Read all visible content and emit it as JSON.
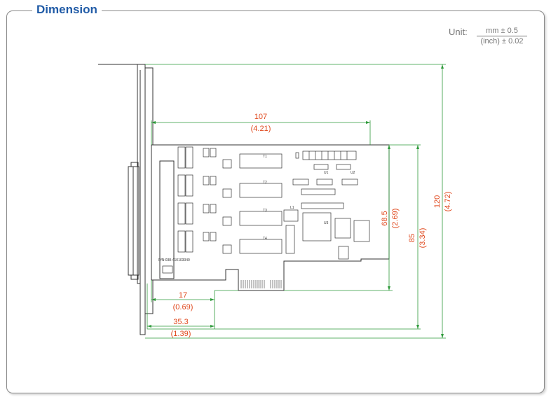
{
  "section_title": "Dimension",
  "unit": {
    "label": "Unit:",
    "primary": "mm ± 0.5",
    "secondary": "(inch) ± 0.02"
  },
  "dimensions": {
    "width_107": {
      "mm": "107",
      "inch": "(4.21)"
    },
    "height_120": {
      "mm": "120",
      "inch": "(4.72)"
    },
    "height_85": {
      "mm": "85",
      "inch": "(3.34)"
    },
    "height_68_5": {
      "mm": "68.5",
      "inch": "(2.69)"
    },
    "offset_17": {
      "mm": "17",
      "inch": "(0.69)"
    },
    "offset_35_3": {
      "mm": "35.3",
      "inch": "(1.39)"
    }
  },
  "board": {
    "part_number": "P/N:038-410103340",
    "labels": [
      "T1",
      "T2",
      "T3",
      "T4",
      "U1",
      "U2",
      "U3",
      "L1"
    ]
  },
  "colors": {
    "title": "#1f5aa6",
    "dimension": "#e04a1f",
    "dimension_line": "#2e9a3a",
    "pcb_edge": "#333333"
  }
}
